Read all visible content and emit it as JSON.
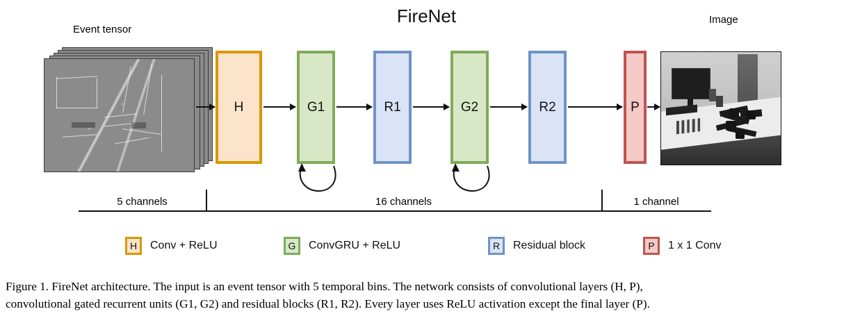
{
  "figure": {
    "title": "FireNet",
    "caption_line1": "Figure 1. FireNet architecture.  The input is an event tensor with 5 temporal bins.  The network consists of convolutional layers (H, P),",
    "caption_line2": "convolutional gated recurrent units (G1, G2) and residual blocks (R1, R2). Every layer uses ReLU activation except the final layer (P)."
  },
  "input": {
    "caption": "Event tensor",
    "bins": 5
  },
  "output": {
    "caption": "Image"
  },
  "blocks": [
    {
      "id": "H",
      "label": "H",
      "color": "orange"
    },
    {
      "id": "G1",
      "label": "G1",
      "color": "green",
      "recurrent": true
    },
    {
      "id": "R1",
      "label": "R1",
      "color": "blue"
    },
    {
      "id": "G2",
      "label": "G2",
      "color": "green",
      "recurrent": true
    },
    {
      "id": "R2",
      "label": "R2",
      "color": "blue"
    },
    {
      "id": "P",
      "label": "P",
      "color": "red"
    }
  ],
  "channels": [
    {
      "label": "5 channels"
    },
    {
      "label": "16 channels"
    },
    {
      "label": "1 channel"
    }
  ],
  "legend": [
    {
      "symbol": "H",
      "text": "Conv + ReLU",
      "color": "orange"
    },
    {
      "symbol": "G",
      "text": "ConvGRU + ReLU",
      "color": "green"
    },
    {
      "symbol": "R",
      "text": "Residual block",
      "color": "blue"
    },
    {
      "symbol": "P",
      "text": "1 x 1 Conv",
      "color": "red"
    }
  ],
  "colors": {
    "orange_fill": "#FCE3CB",
    "orange_border": "#D99700",
    "green_fill": "#D8E8C7",
    "green_border": "#7FAB5B",
    "blue_fill": "#DAE4F6",
    "blue_border": "#6F93C6",
    "red_fill": "#F4C9C6",
    "red_border": "#BF5450",
    "line": "#111111",
    "background": "#FFFFFF"
  }
}
